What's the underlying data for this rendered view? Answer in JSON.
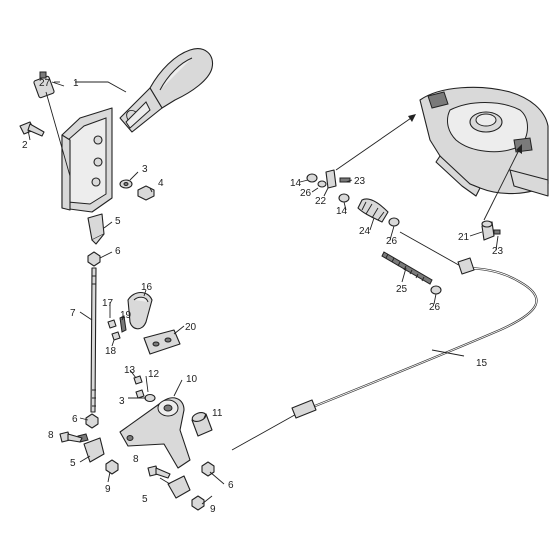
{
  "labels": {
    "l1": "1",
    "l2": "2",
    "l3": "3",
    "l4": "4",
    "l5a": "5",
    "l5b": "5",
    "l5c": "5",
    "l6a": "6",
    "l6b": "6",
    "l6c": "6",
    "l7": "7",
    "l8a": "8",
    "l8b": "8",
    "l9a": "9",
    "l9b": "9",
    "l10": "10",
    "l11": "11",
    "l12": "12",
    "l3b": "3",
    "l13": "13",
    "l14": "14",
    "l14b": "14",
    "l15": "15",
    "l16": "16",
    "l17": "17",
    "l18": "18",
    "l19": "19",
    "l20": "20",
    "l21": "21",
    "l22": "22",
    "l23a": "23",
    "l23b": "23",
    "l24": "24",
    "l25": "25",
    "l26a": "26",
    "l26b": "26",
    "l26c": "26",
    "l27": "27"
  }
}
